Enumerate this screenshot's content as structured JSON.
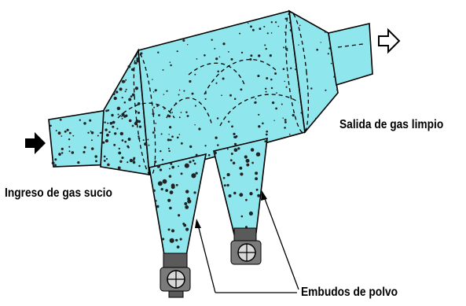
{
  "labels": {
    "outlet": "Salida de gas limpio",
    "inlet": "Ingreso de gas sucio",
    "funnels": "Embudos de polvo"
  },
  "colors": {
    "gas_fill": "#8fe6ec",
    "outline": "#000000",
    "dust": "#222222",
    "hopper_valve": "#5a5a5a"
  },
  "icons": [
    "inlet-arrow-icon",
    "outlet-arrow-icon",
    "rotary-valve-icon"
  ]
}
